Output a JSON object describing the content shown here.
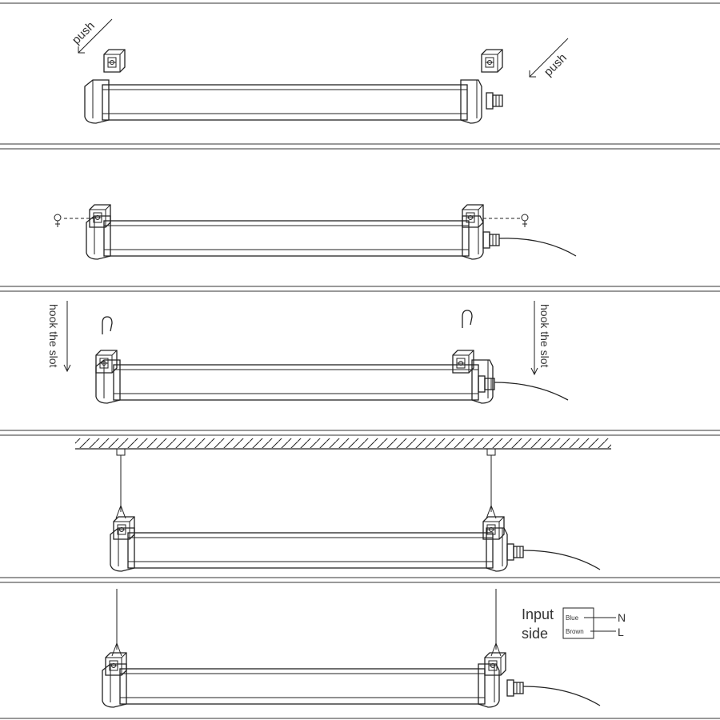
{
  "steps": [
    {
      "id": "push",
      "labels": [
        "push",
        "push"
      ]
    },
    {
      "id": "screw"
    },
    {
      "id": "hook",
      "labels": [
        "hook the slot",
        "hook the slot"
      ]
    },
    {
      "id": "hang"
    },
    {
      "id": "wire"
    }
  ],
  "wiring": {
    "title_line1": "Input",
    "title_line2": "side",
    "wires": [
      {
        "color_name": "Blue",
        "terminal": "N"
      },
      {
        "color_name": "Brown",
        "terminal": "L"
      }
    ]
  },
  "colors": {
    "line": "#222222",
    "separator": "#999999",
    "background": "#ffffff"
  }
}
